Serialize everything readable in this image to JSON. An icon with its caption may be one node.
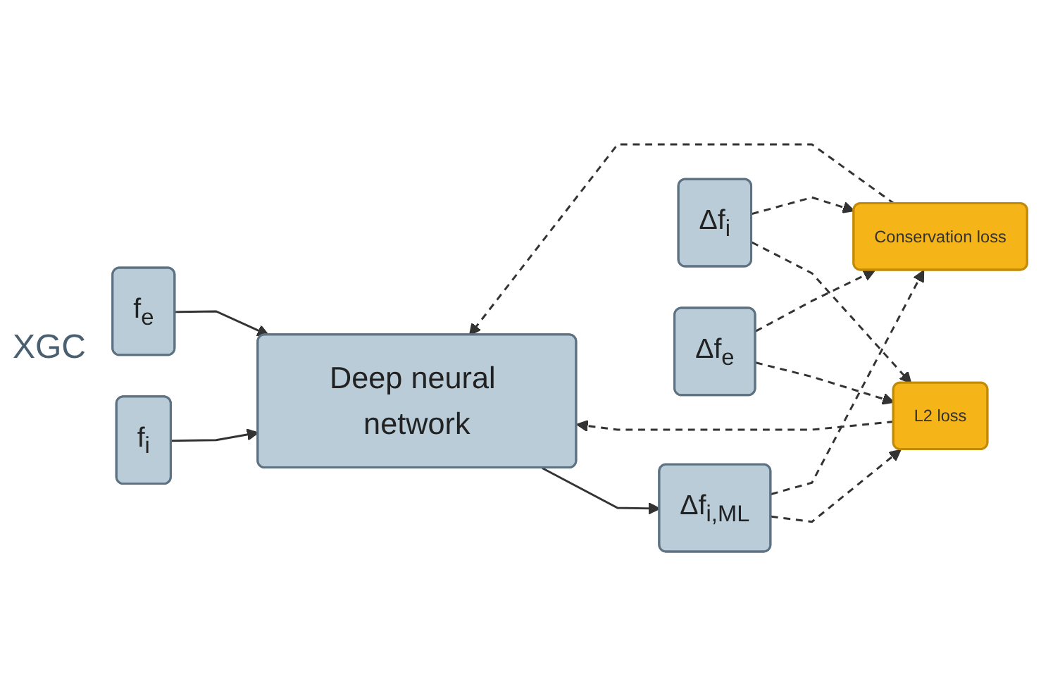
{
  "diagram": {
    "nodes": [
      {
        "text": [
          "f$_{i}$"
        ]
      },
      {
        "text": [
          "f$_{e}$"
        ]
      },
      {
        "text": [
          "Deep neural network"
        ]
      },
      {
        "text": [
          "Δf$_{i,ML}$"
        ]
      },
      {
        "text": [
          "L2 loss"
        ]
      },
      {
        "text": [
          "Conservation loss"
        ]
      },
      {
        "text": [
          "Δf$_{i}$"
        ]
      },
      {
        "text": [
          "Δf$_{e}$"
        ]
      }
    ],
    "edges": [
      {
        "from": 0,
        "to": 2,
        "arrow": "to"
      },
      {
        "from": 1,
        "to": 2,
        "arrow": "to"
      },
      {
        "from": 2,
        "to": 3,
        "arrow": "to"
      },
      {
        "from": 4,
        "to": 2,
        "arrow": "to",
        "style": "dashed"
      },
      {
        "from": 5,
        "to": 2,
        "arrow": "to",
        "style": "dashed"
      },
      {
        "from": 6,
        "to": 4,
        "arrow": "to",
        "style": "dashed"
      },
      {
        "from": 6,
        "to": 5,
        "arrow": "to",
        "style": "dashed"
      },
      {
        "from": 7,
        "to": 4,
        "arrow": "to",
        "style": "dashed"
      },
      {
        "from": 7,
        "to": 5,
        "arrow": "to",
        "style": "dashed"
      },
      {
        "from": 3,
        "to": 4,
        "arrow": "to",
        "style": "dashed"
      },
      {
        "from": 3,
        "to": 5,
        "arrow": "to",
        "style": "dashed"
      }
    ],
    "labels": [
      "XGC"
    ]
  }
}
